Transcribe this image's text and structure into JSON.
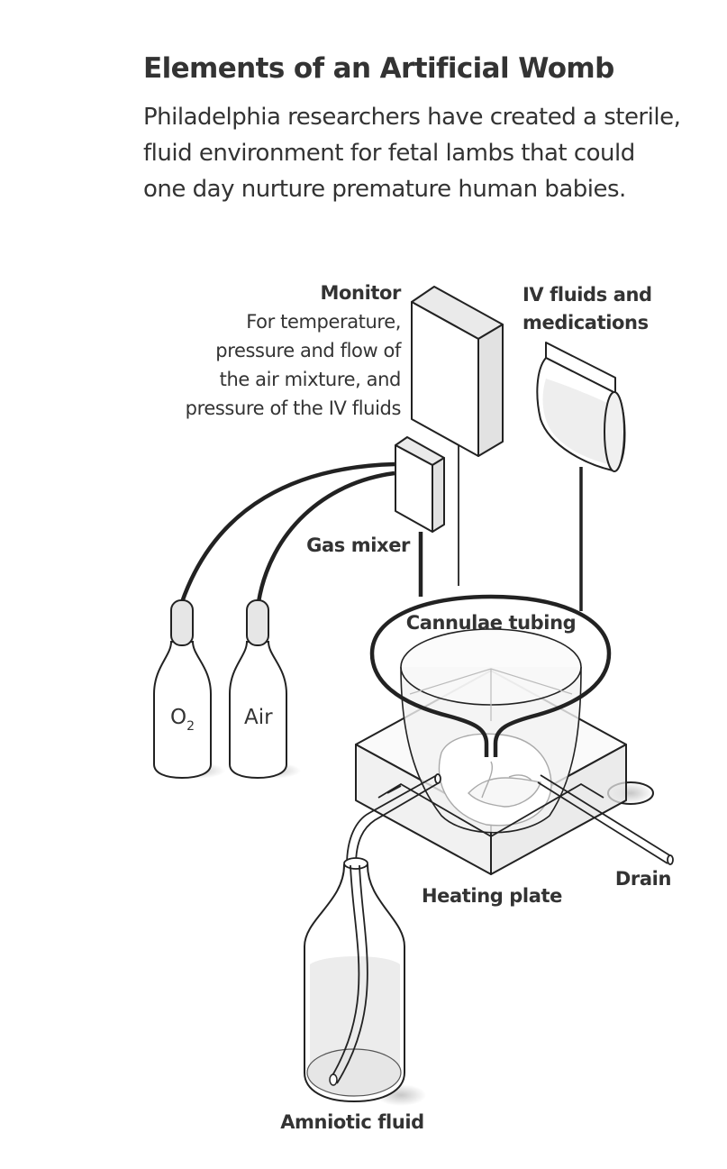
{
  "header": {
    "title": "Elements of an Artificial Womb",
    "subtitle": "Philadelphia researchers have created a sterile, fluid environment for fetal lambs that could one day nurture premature human babies."
  },
  "labels": {
    "monitor": {
      "title": "Monitor",
      "description_lines": [
        "For temperature,",
        "pressure and flow of",
        "the air mixture, and",
        "pressure of the IV fluids"
      ]
    },
    "iv_fluids": {
      "lines": [
        "IV fluids and",
        "medications"
      ]
    },
    "gas_mixer": "Gas mixer",
    "cannulae_tubing": "Cannulae tubing",
    "o2_tank": {
      "main": "O",
      "subscript": "2"
    },
    "air_tank": "Air",
    "heating_plate": "Heating plate",
    "drain": "Drain",
    "amniotic_fluid": "Amniotic fluid"
  },
  "colors": {
    "ink": "#222222",
    "text": "#333333",
    "fill_light": "#e8e8e8",
    "fill_faint": "#f2f2f2",
    "guide_gray": "#bbbbbb"
  }
}
